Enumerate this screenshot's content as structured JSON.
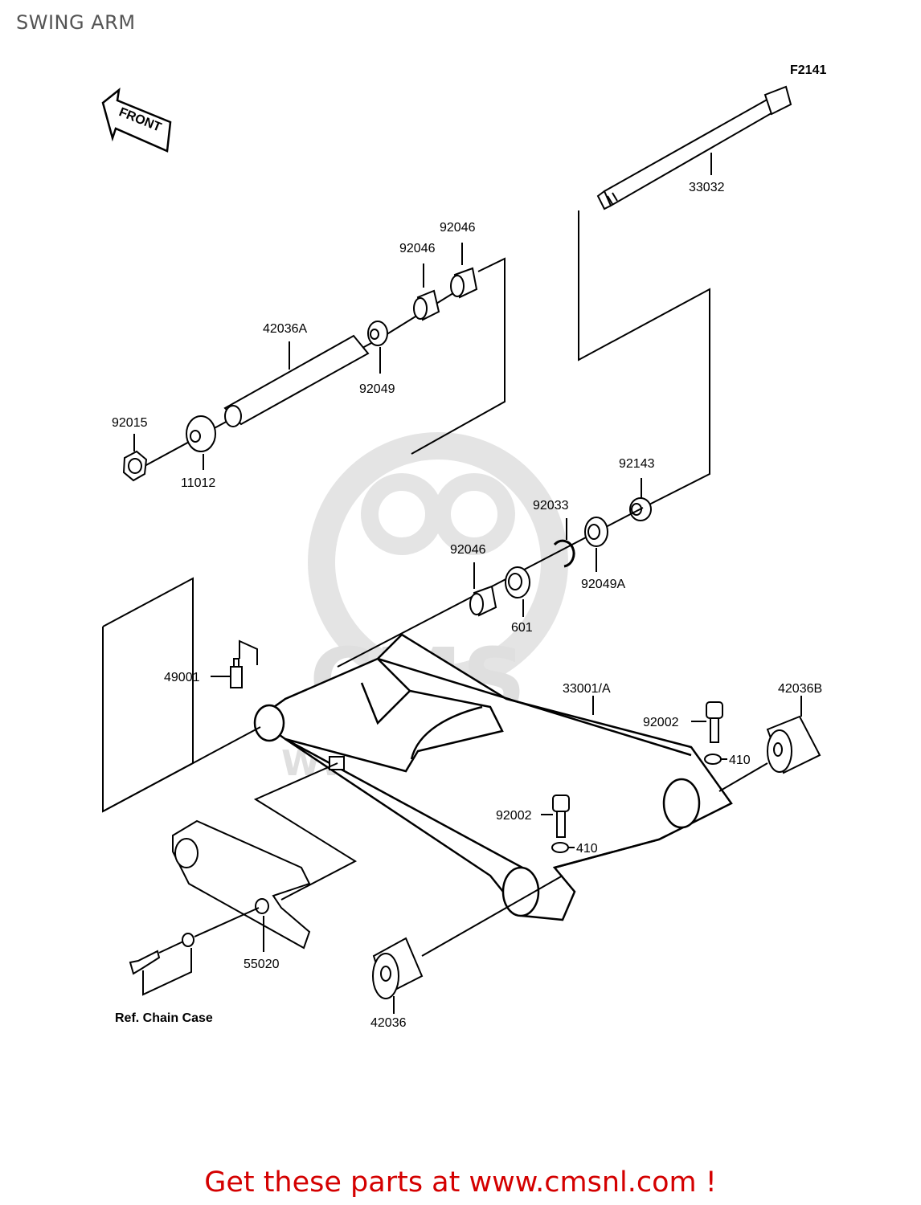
{
  "title": "SWING ARM",
  "figure_code": "F2141",
  "front_label": "FRONT",
  "watermark": {
    "top": "CMS",
    "bottom": "WWW.CMSNL.COM"
  },
  "footer": "Get these parts at www.cmsnl.com !",
  "parts": {
    "p33032": "33032",
    "p92046a": "92046",
    "p92046b": "92046",
    "p42036A": "42036A",
    "p92049": "92049",
    "p92015": "92015",
    "p11012": "11012",
    "p92143": "92143",
    "p92033": "92033",
    "p92046c": "92046",
    "p92049A": "92049A",
    "p601": "601",
    "p49001": "49001",
    "p33001A": "33001/A",
    "p42036B": "42036B",
    "p92002a": "92002",
    "p410a": "410",
    "p92002b": "92002",
    "p410b": "410",
    "p55020": "55020",
    "p42036": "42036",
    "ref_chain_case": "Ref. Chain Case"
  }
}
